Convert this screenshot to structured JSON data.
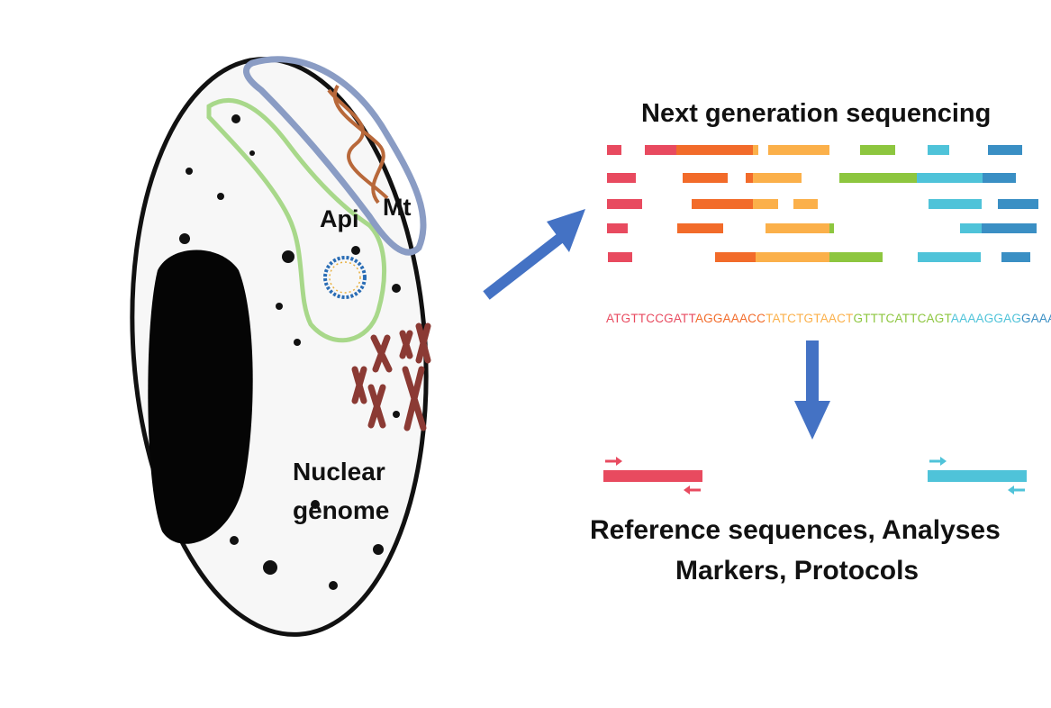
{
  "cell": {
    "labels": {
      "api": "Api",
      "mt": "Mt",
      "nuclear": "Nuclear\ngenome"
    }
  },
  "ngs": {
    "title": "Next generation sequencing",
    "sequence_parts": [
      {
        "text": "ATGTTCCGATT",
        "color": "#e84a5f"
      },
      {
        "text": "AGGAAACC",
        "color": "#f26b2a"
      },
      {
        "text": "TATCTGTAACT",
        "color": "#fbb04a"
      },
      {
        "text": "GTTTCATTCAGT",
        "color": "#8dc63f"
      },
      {
        "text": "AAAAGGAG",
        "color": "#4fc3d9"
      },
      {
        "text": "GAAA",
        "color": "#3a8fc4"
      }
    ]
  },
  "output": {
    "line1": "Reference sequences, Analyses",
    "line2": "Markers, Protocols"
  },
  "colors": {
    "arrow": "#4472c4",
    "api": "#a8d88a",
    "mt": "#8a9cc4",
    "chromosome": "#8b3a34"
  }
}
